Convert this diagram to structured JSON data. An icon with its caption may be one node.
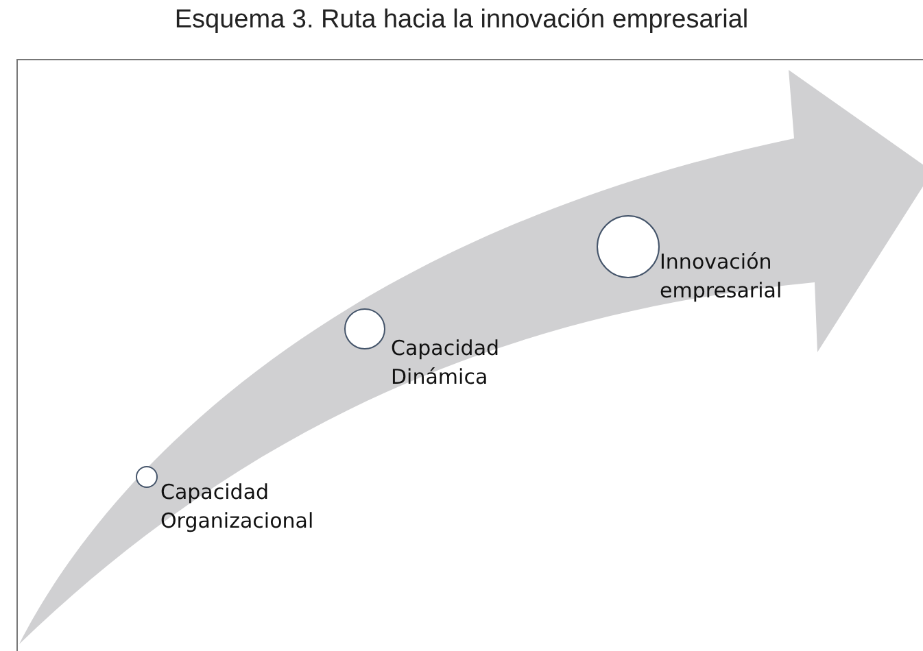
{
  "diagram": {
    "title": "Esquema 3. Ruta hacia la innovación empresarial",
    "nodes": [
      {
        "text": [],
        "shape": "circle",
        "beside": [
          "Capacidad Organizacional"
        ]
      },
      {
        "text": [],
        "shape": "circle",
        "beside": [
          "Capacidad Dinámica"
        ]
      },
      {
        "text": [],
        "shape": "circle",
        "beside": [
          "Innovación empresarial"
        ]
      }
    ]
  }
}
